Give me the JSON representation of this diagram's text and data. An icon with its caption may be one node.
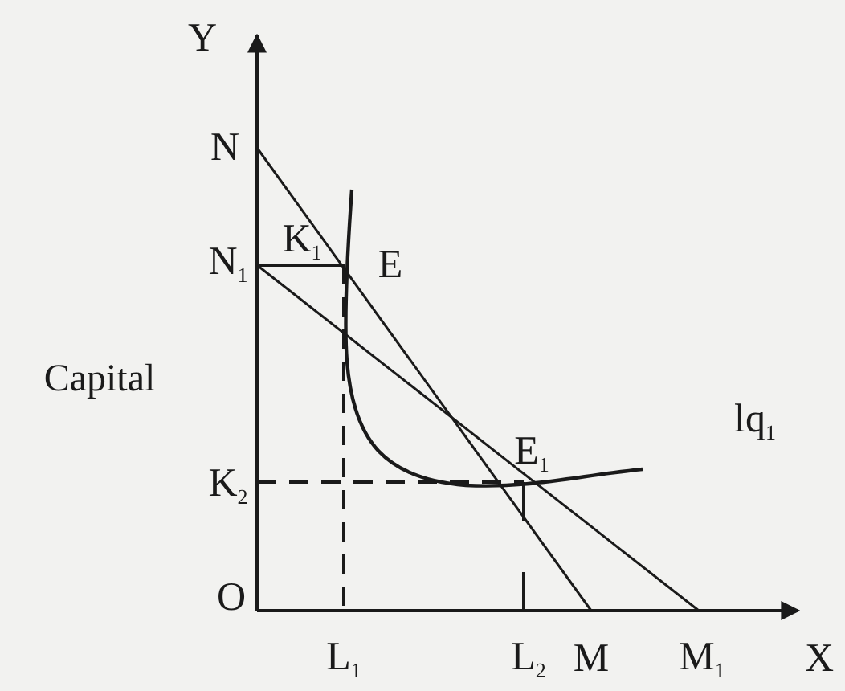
{
  "diagram": {
    "labels": [
      "Y",
      "N",
      "N$_{1}$",
      "K$_{1}$",
      "E",
      "Capital",
      "lq$_{1}$",
      "E$_{1}$",
      "K$_{2}$",
      "O",
      "L$_{1}$",
      "L$_{2}$",
      "M",
      "M$_{1}$",
      "X"
    ]
  }
}
